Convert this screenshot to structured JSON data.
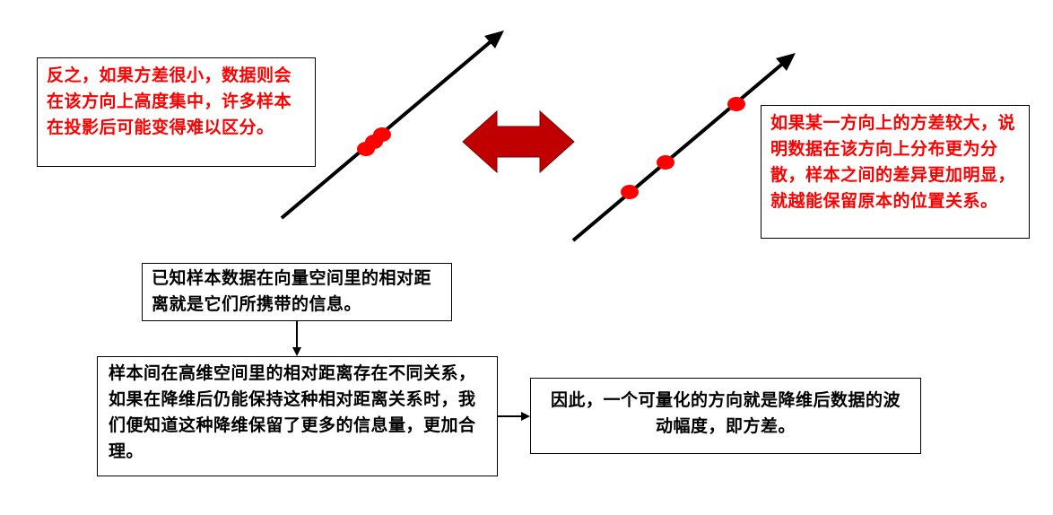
{
  "colors": {
    "point": "#ff0000",
    "double_arrow_fill": "#c00000",
    "highlight_text": "#ff0000",
    "line": "#000000"
  },
  "boxes": {
    "small_variance": "反之，如果方差很小，数据则会在该方向上高度集中，许多样本在投影后可能变得难以区分。",
    "large_variance": "如果某一方向上的方差较大，说明数据在该方向上分布更为分散，样本之间的差异更加明显，就越能保留原本的位置关系。",
    "known_info": "已知样本数据在向量空间里的相对距离就是它们所携带的信息。",
    "relation": "样本间在高维空间里的相对距离存在不同关系，如果在降维后仍能保持这种相对距离关系时，我们便知道这种降维保留了更多的信息量，更加合理。",
    "conclusion": "因此，一个可量化的方向就是降维后数据的波动幅度，即方差。"
  }
}
